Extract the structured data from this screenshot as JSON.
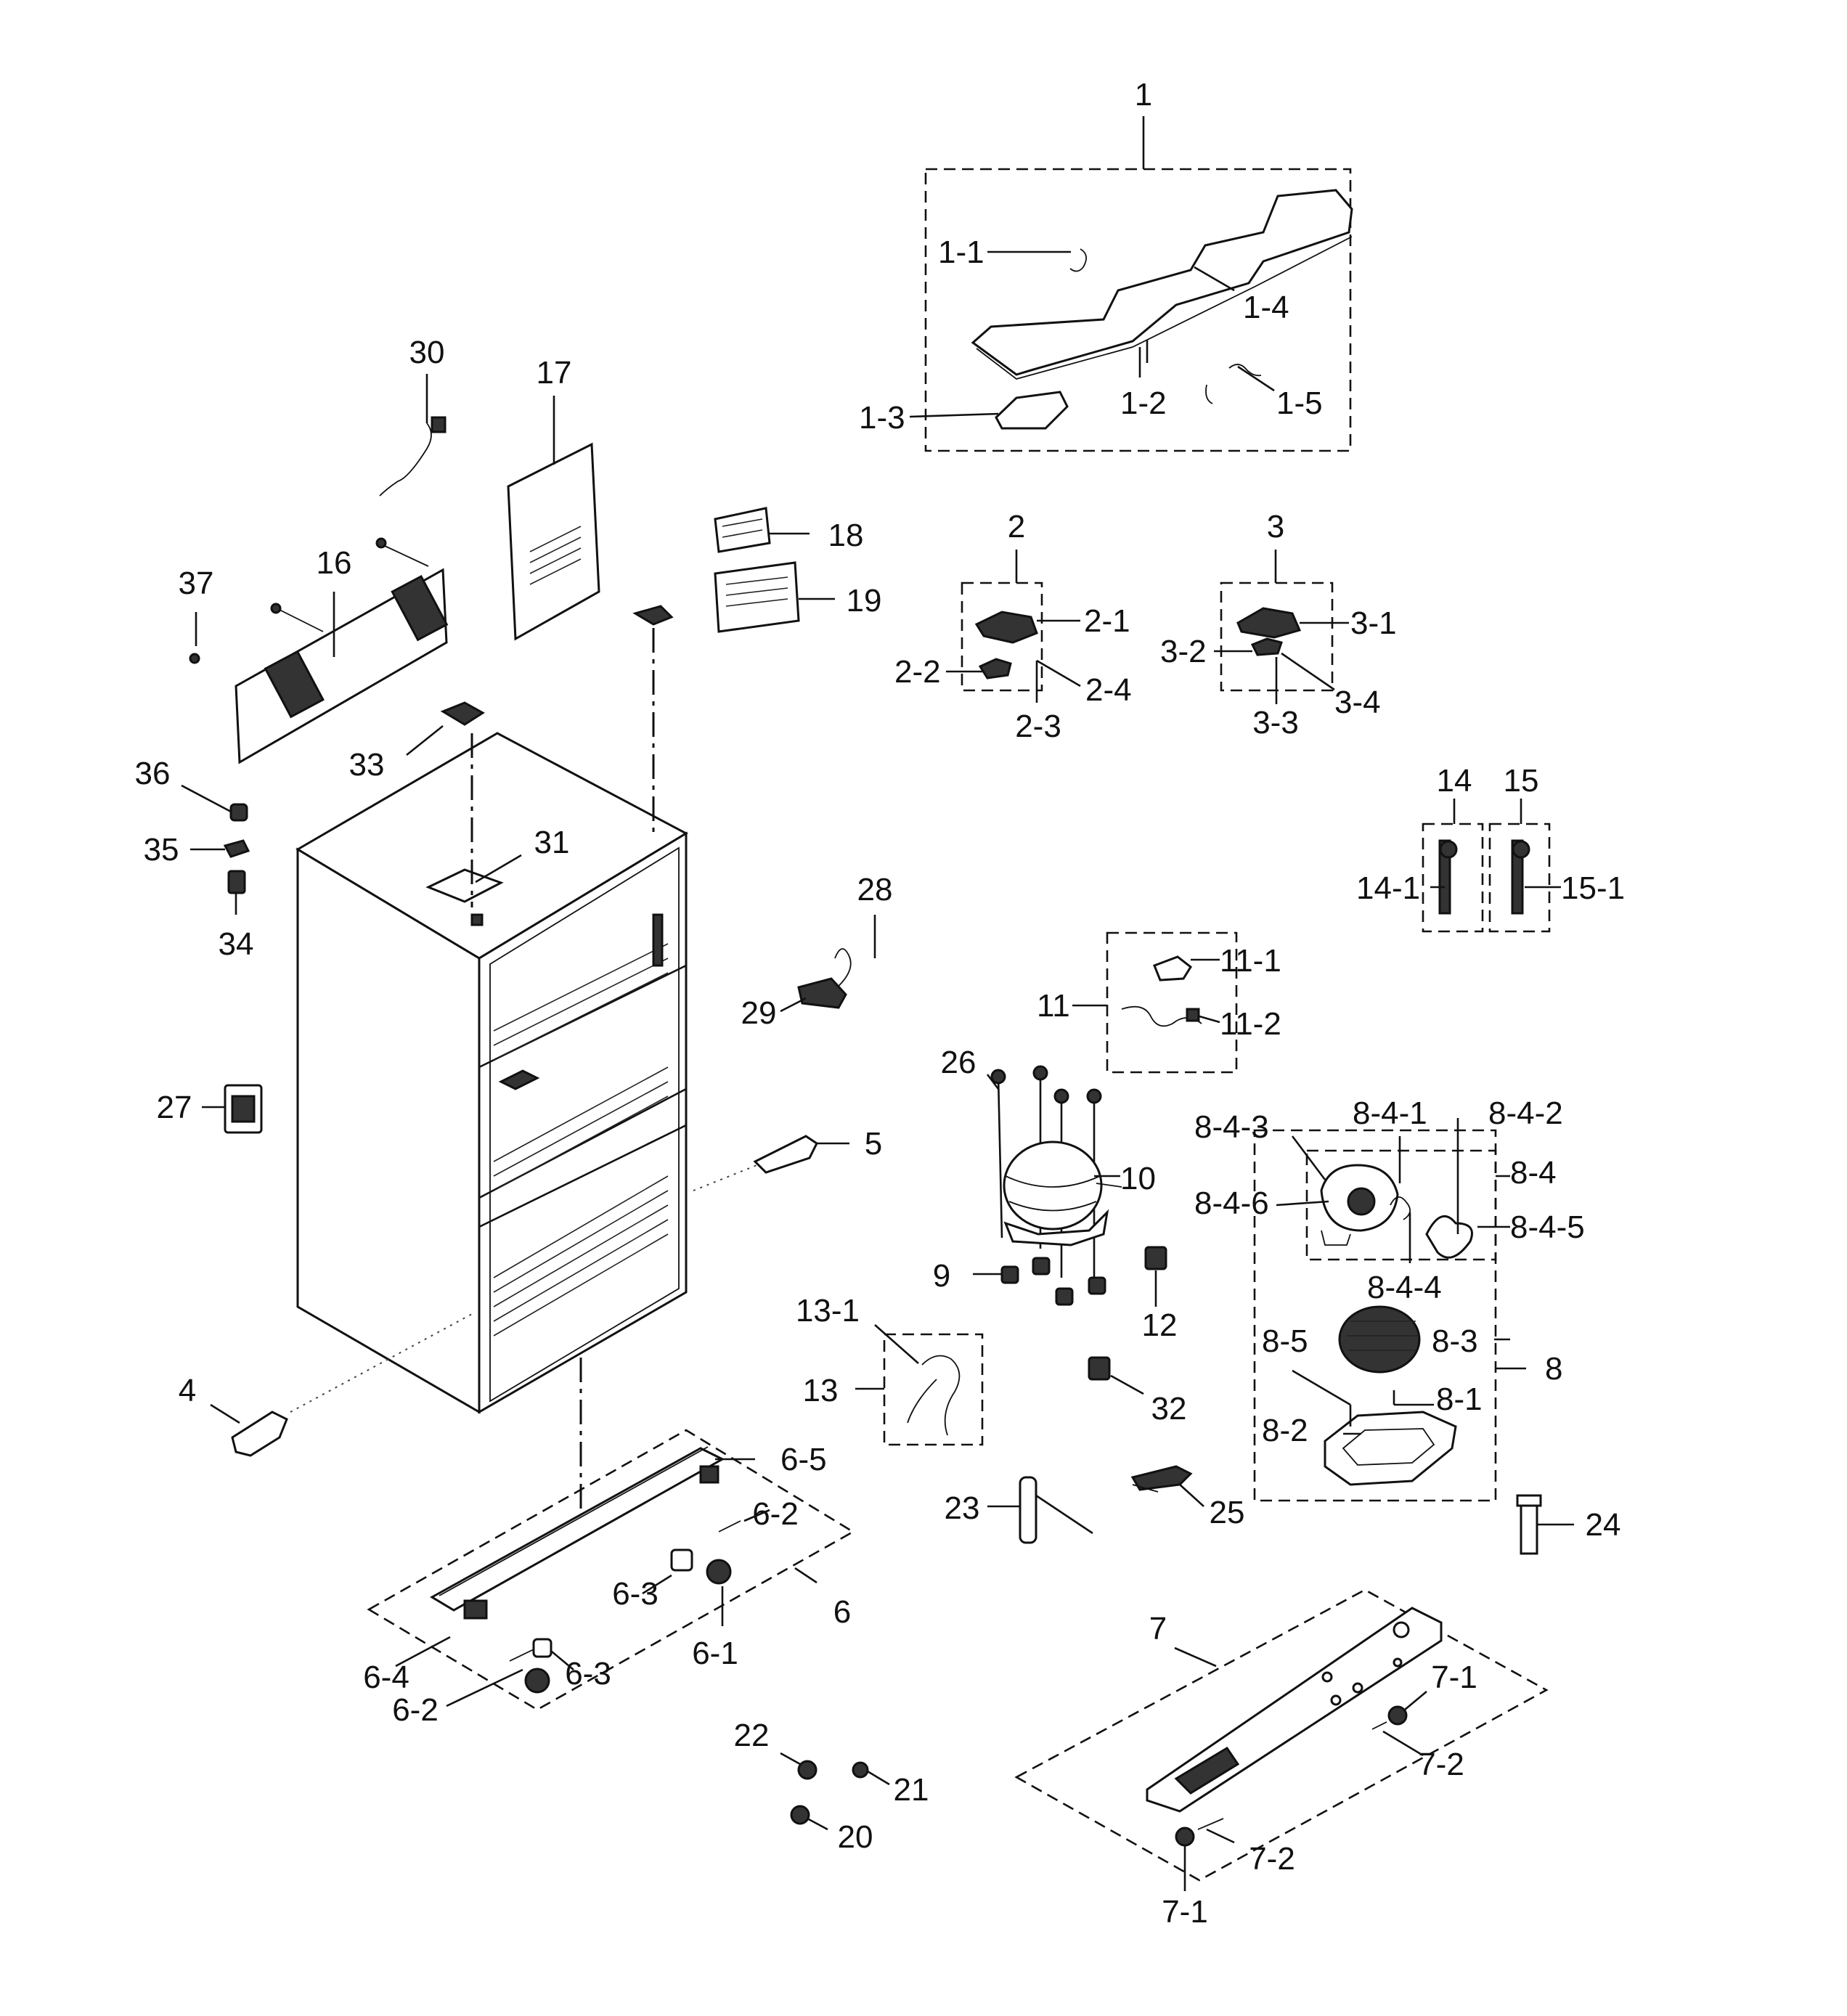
{
  "diagram": {
    "callouts": {
      "c1": "1",
      "c1_1": "1-1",
      "c1_2": "1-2",
      "c1_3": "1-3",
      "c1_4": "1-4",
      "c1_5": "1-5",
      "c2": "2",
      "c2_1": "2-1",
      "c2_2": "2-2",
      "c2_3": "2-3",
      "c2_4": "2-4",
      "c3": "3",
      "c3_1": "3-1",
      "c3_2": "3-2",
      "c3_3": "3-3",
      "c3_4": "3-4",
      "c4": "4",
      "c5": "5",
      "c6": "6",
      "c6_1": "6-1",
      "c6_2a": "6-2",
      "c6_2b": "6-2",
      "c6_3a": "6-3",
      "c6_3b": "6-3",
      "c6_4": "6-4",
      "c6_5": "6-5",
      "c7": "7",
      "c7_1a": "7-1",
      "c7_1b": "7-1",
      "c7_2a": "7-2",
      "c7_2b": "7-2",
      "c8": "8",
      "c8_1": "8-1",
      "c8_2": "8-2",
      "c8_3": "8-3",
      "c8_4": "8-4",
      "c8_5": "8-5",
      "c8_4_1": "8-4-1",
      "c8_4_2": "8-4-2",
      "c8_4_3": "8-4-3",
      "c8_4_4": "8-4-4",
      "c8_4_5": "8-4-5",
      "c8_4_6": "8-4-6",
      "c9": "9",
      "c10": "10",
      "c11": "11",
      "c11_1": "11-1",
      "c11_2": "11-2",
      "c12": "12",
      "c13": "13",
      "c13_1": "13-1",
      "c14": "14",
      "c14_1": "14-1",
      "c15": "15",
      "c15_1": "15-1",
      "c16": "16",
      "c17": "17",
      "c18": "18",
      "c19": "19",
      "c20": "20",
      "c21": "21",
      "c22": "22",
      "c23": "23",
      "c24": "24",
      "c25": "25",
      "c26": "26",
      "c27": "27",
      "c28": "28",
      "c29": "29",
      "c30": "30",
      "c31": "31",
      "c32": "32",
      "c33": "33",
      "c34": "34",
      "c35": "35",
      "c36": "36",
      "c37": "37"
    }
  }
}
